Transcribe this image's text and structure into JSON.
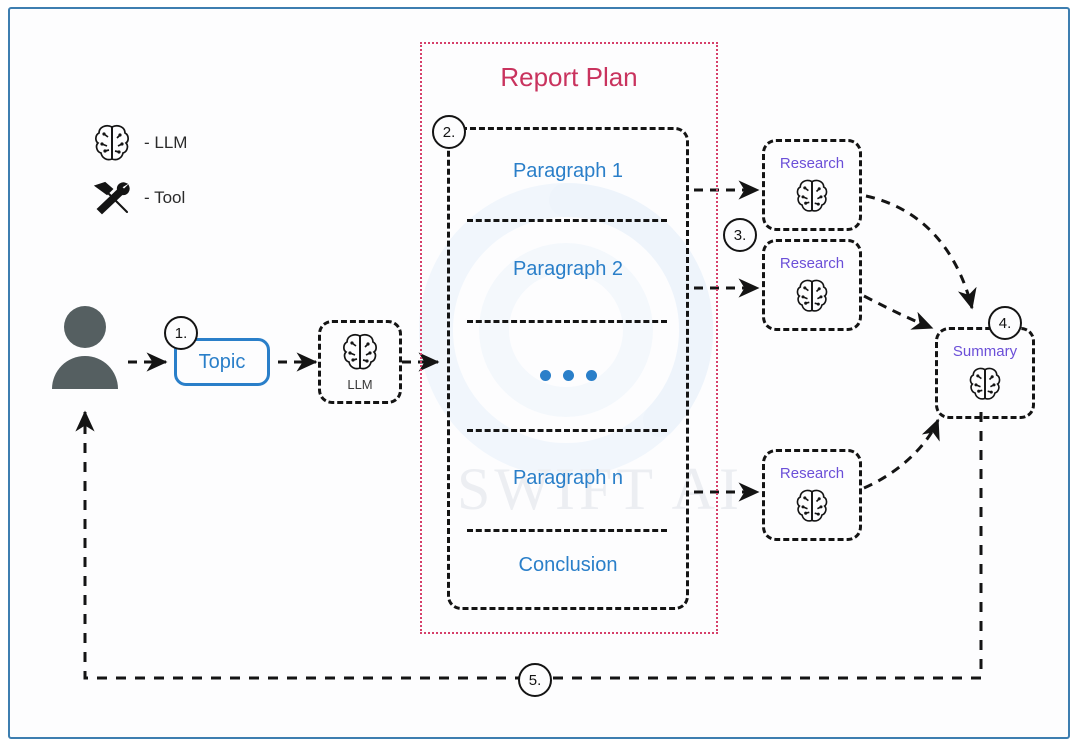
{
  "diagram": {
    "title_report_plan": "Report Plan",
    "watermark": "SWIFT AI",
    "colors": {
      "frame": "#3d7eb0",
      "report_plan_pink": "#c9335e",
      "paragraph_blue": "#2a7fc9",
      "node_purple": "#6b4fd8",
      "dashed_black": "#141414",
      "avatar_gray": "#555f61"
    }
  },
  "legend": {
    "items": [
      {
        "icon": "brain-icon",
        "label": "- LLM"
      },
      {
        "icon": "hammer-wrench-icon",
        "label": "- Tool"
      }
    ]
  },
  "flow": {
    "user": {
      "name": "user-avatar"
    },
    "topic": {
      "label": "Topic"
    },
    "llm": {
      "caption": "LLM",
      "icon": "brain-icon"
    }
  },
  "report_plan": {
    "title": "Report Plan",
    "cells": [
      {
        "label": "Paragraph 1"
      },
      {
        "label": "Paragraph 2"
      },
      {
        "label": "ellipsis"
      },
      {
        "label": "Paragraph n"
      },
      {
        "label": "Conclusion"
      }
    ]
  },
  "research_nodes": [
    {
      "title": "Research",
      "icon": "brain-icon"
    },
    {
      "title": "Research",
      "icon": "brain-icon"
    },
    {
      "title": "Research",
      "icon": "brain-icon"
    }
  ],
  "summary": {
    "title": "Summary",
    "icon": "brain-icon"
  },
  "markers": [
    {
      "id": "1",
      "label": "1."
    },
    {
      "id": "2",
      "label": "2."
    },
    {
      "id": "3",
      "label": "3."
    },
    {
      "id": "4",
      "label": "4."
    },
    {
      "id": "5",
      "label": "5."
    }
  ]
}
